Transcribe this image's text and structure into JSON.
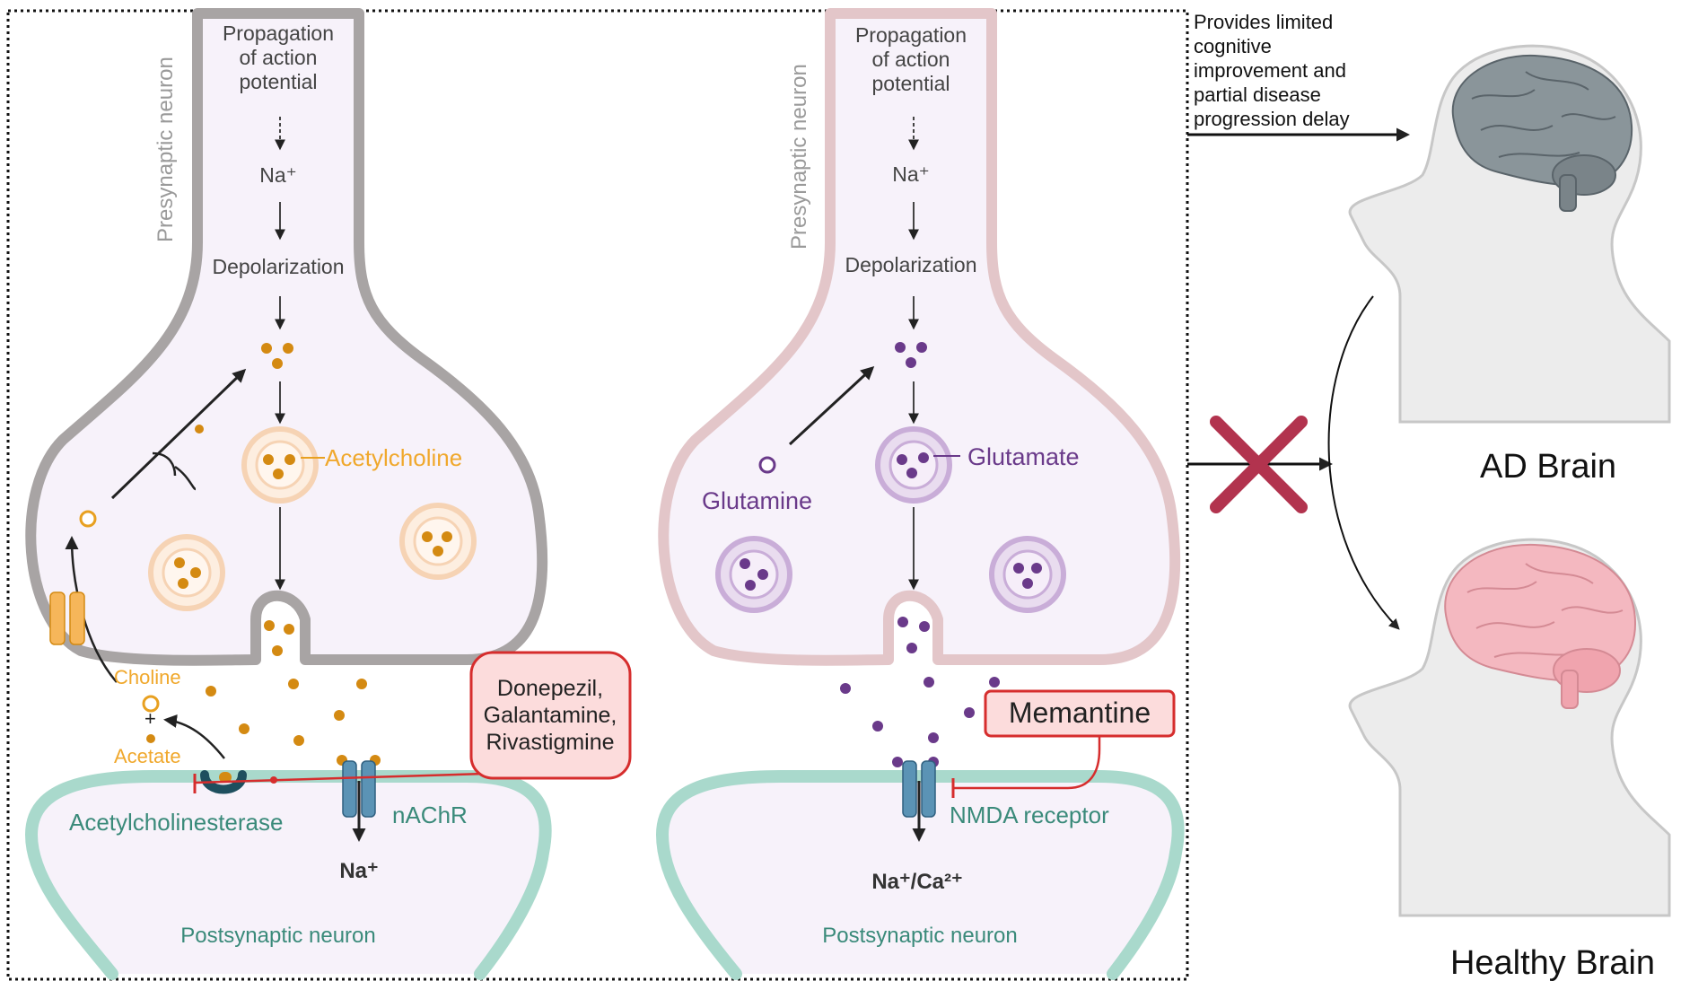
{
  "left_panel": {
    "presynaptic_label": "Presynaptic neuron",
    "propagation": [
      "Propagation",
      "of action",
      "potential"
    ],
    "na_ion": "Na⁺",
    "depolarization": "Depolarization",
    "acetylcholine": "Acetylcholine",
    "choline": "Choline",
    "plus": "+",
    "acetate": "Acetate",
    "acetylcholinesterase": "Acetylcholinesterase",
    "receptor": "nAChR",
    "na_out": "Na⁺",
    "postsynaptic_label": "Postsynaptic neuron",
    "drugs": [
      "Donepezil,",
      "Galantamine,",
      "Rivastigmine"
    ]
  },
  "right_panel": {
    "presynaptic_label": "Presynaptic neuron",
    "propagation": [
      "Propagation",
      "of action",
      "potential"
    ],
    "na_ion": "Na⁺",
    "depolarization": "Depolarization",
    "glutamine": "Glutamine",
    "glutamate": "Glutamate",
    "drug": "Memantine",
    "receptor": "NMDA receptor",
    "ion_out": "Na⁺/Ca²⁺",
    "postsynaptic_label": "Postsynaptic neuron"
  },
  "outcome": {
    "note": [
      "Provides limited",
      "cognitive",
      "improvement and",
      "partial disease",
      "progression delay"
    ],
    "ad_brain": "AD Brain",
    "healthy_brain": "Healthy Brain"
  },
  "colors": {
    "ach": "#d48a12",
    "glu": "#6a3a8a",
    "inhibit": "#d62d2d",
    "cross": "#b2334e",
    "post": "#3a8a7a"
  }
}
